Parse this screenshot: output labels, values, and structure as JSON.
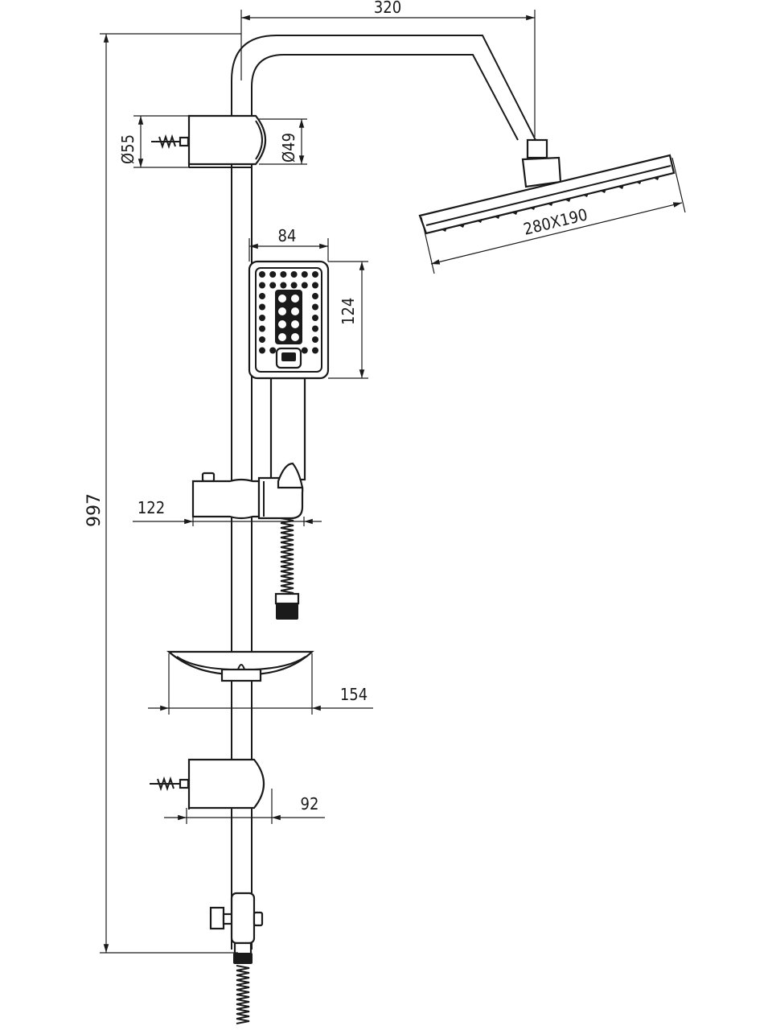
{
  "dimensions": {
    "arm_reach": "320",
    "bracket_diameter_outer": "Ø55",
    "bracket_diameter_inner": "Ø49",
    "overhead_size": "280X190",
    "hand_width": "84",
    "hand_height": "124",
    "slider_depth": "122",
    "dish_width": "154",
    "lower_bracket_depth": "92",
    "total_height": "997"
  },
  "colors": {
    "line": "#1a1a1a",
    "background": "#ffffff"
  }
}
